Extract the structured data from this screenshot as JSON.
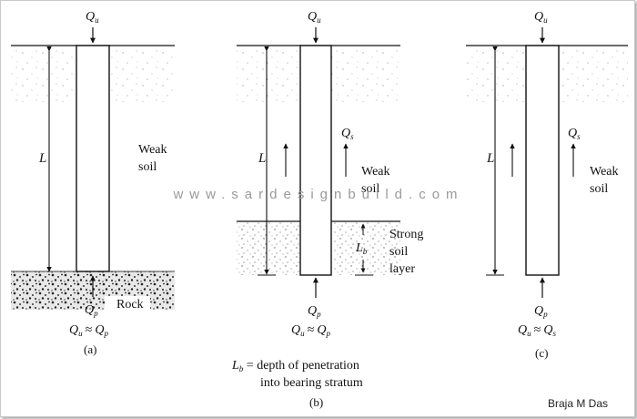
{
  "panel_a": {
    "load_top": "Q",
    "load_top_sub": "u",
    "length_label": "L",
    "soil_label_line1": "Weak",
    "soil_label_line2": "soil",
    "rock_label": "Rock",
    "tip_load": "Q",
    "tip_load_sub": "p",
    "equation_lhs": "Q",
    "equation_lhs_sub": "u",
    "equation_op": "≈",
    "equation_rhs": "Q",
    "equation_rhs_sub": "p",
    "caption": "(a)"
  },
  "panel_b": {
    "load_top": "Q",
    "load_top_sub": "u",
    "length_label": "L",
    "friction_label": "Q",
    "friction_label_sub": "s",
    "soil_label_line1": "Weak",
    "soil_label_line2": "soil",
    "strong_line1": "Strong",
    "strong_line2": "soil",
    "strong_line3": "layer",
    "lb_label": "L",
    "lb_label_sub": "b",
    "tip_load": "Q",
    "tip_load_sub": "p",
    "equation_lhs": "Q",
    "equation_lhs_sub": "u",
    "equation_op": "≈",
    "equation_rhs": "Q",
    "equation_rhs_sub": "p",
    "note_symbol": "L",
    "note_symbol_sub": "b",
    "note_line1": " = depth of penetration",
    "note_line2": "into bearing stratum",
    "caption": "(b)"
  },
  "panel_c": {
    "load_top": "Q",
    "load_top_sub": "u",
    "length_label": "L",
    "friction_label": "Q",
    "friction_label_sub": "s",
    "soil_label_line1": "Weak",
    "soil_label_line2": "soil",
    "tip_load": "Q",
    "tip_load_sub": "p",
    "equation_lhs": "Q",
    "equation_lhs_sub": "u",
    "equation_op": "≈",
    "equation_rhs": "Q",
    "equation_rhs_sub": "s",
    "caption": "(c)"
  },
  "watermark": "www.sardesignbuild.com",
  "credit": "Braja M Das"
}
